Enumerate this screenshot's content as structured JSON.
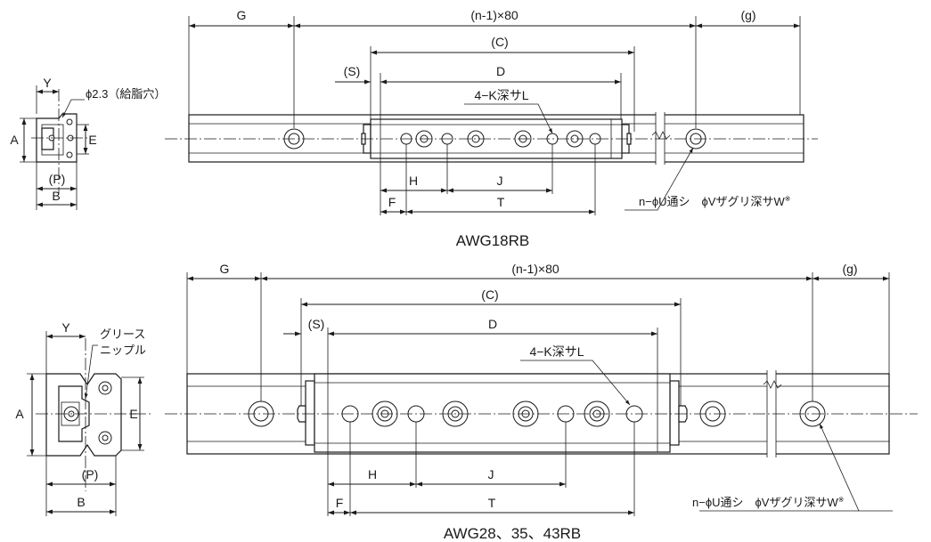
{
  "top": {
    "caption": "AWG18RB",
    "G": "G",
    "pitch": "(n-1)×80",
    "g": "(g)",
    "C": "(C)",
    "S": "(S)",
    "D": "D",
    "K": "4−K深サL",
    "H": "H",
    "J": "J",
    "F": "F",
    "T": "T",
    "U": "n−ϕU通シ　ϕVザグリ深サW",
    "mark": "※",
    "Y": "Y",
    "oil": "ϕ2.3（給脂穴）",
    "A": "A",
    "E": "E",
    "P": "(P)",
    "B": "B"
  },
  "bottom": {
    "caption": "AWG28、35、43RB",
    "G": "G",
    "pitch": "(n-1)×80",
    "g": "(g)",
    "C": "(C)",
    "S": "(S)",
    "D": "D",
    "K": "4−K深サL",
    "H": "H",
    "J": "J",
    "F": "F",
    "T": "T",
    "U": "n−ϕU通シ　ϕVザグリ深サW",
    "mark": "※",
    "Y": "Y",
    "grease1": "グリース",
    "grease2": "ニップル",
    "A": "A",
    "E": "E",
    "P": "(P)",
    "B": "B"
  }
}
